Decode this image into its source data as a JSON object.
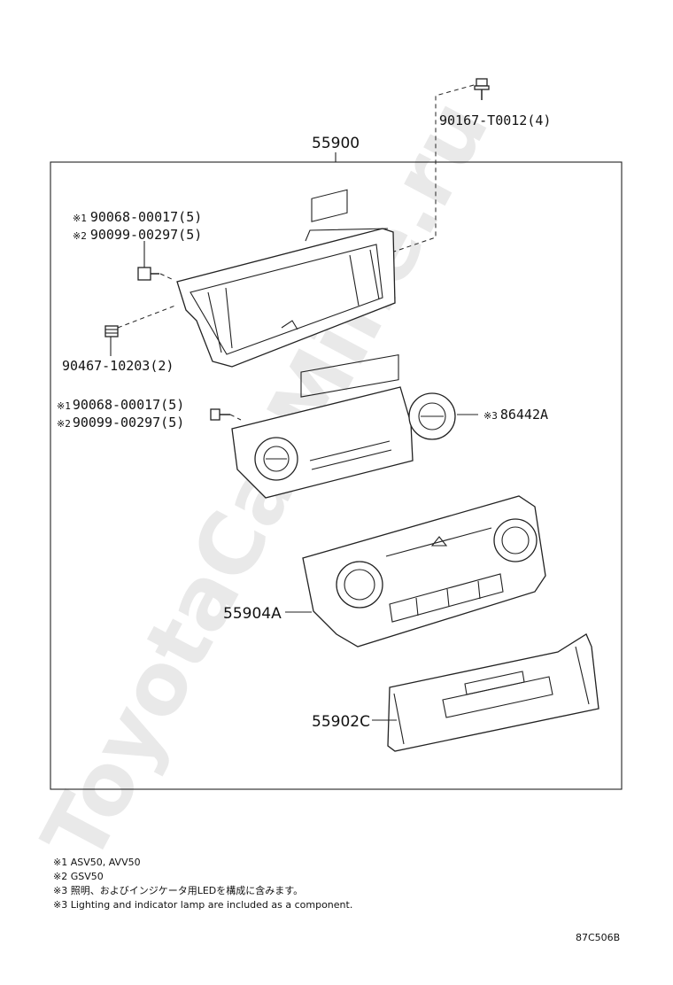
{
  "watermark": "ToyotaCarMine.ru",
  "assembly": {
    "part_no": "55900"
  },
  "callouts": {
    "bolt_top": "90167-T0012(4)",
    "screw_a_1": "90068-00017(5)",
    "screw_a_2": "90099-00297(5)",
    "pin": "90467-10203(2)",
    "screw_b_1": "90068-00017(5)",
    "screw_b_2": "90099-00297(5)",
    "led_part": "86442A",
    "panel": "55904A",
    "cover": "55902C"
  },
  "marks": {
    "m1": "※1",
    "m2": "※2",
    "m3": "※3"
  },
  "notes": [
    "※1  ASV50, AVV50",
    "※2  GSV50",
    "※3 照明、およびインジケータ用LEDを構成に含みます。",
    "※3 Lighting and indicator lamp are included as a component."
  ],
  "figure_code": "87C506B"
}
